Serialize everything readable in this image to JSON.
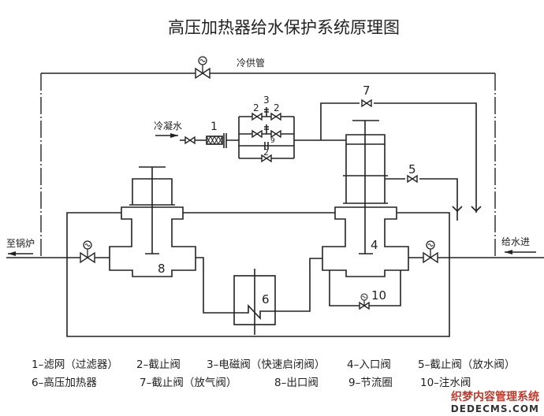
{
  "title": "高压加热器给水保护系统原理图",
  "labels": {
    "cold_supply": "冷供管",
    "condensate": "冷凝水",
    "to_boiler": "至锅炉",
    "feedwater_in": "给水进"
  },
  "component_numbers": {
    "n1": "1",
    "n2a": "2",
    "n2b": "2",
    "n2c": "2",
    "n3": "3",
    "n4": "4",
    "n5": "5",
    "n6": "6",
    "n7": "7",
    "n8": "8",
    "n9": "9",
    "n10": "10"
  },
  "legend": [
    "1–滤网（过滤器）",
    "2–截止阀",
    "3–电磁阀（快速启闭阀）",
    "4–入口阀",
    "5–截止阀（放水阀）",
    "6–高压加热器",
    "7–截止阀（放气阀）",
    "8–出口阀",
    "9–节流圈",
    "10–注水阀"
  ],
  "watermark": {
    "line1": "织梦内容管理系统",
    "line2": "DEDECMS.COM"
  }
}
